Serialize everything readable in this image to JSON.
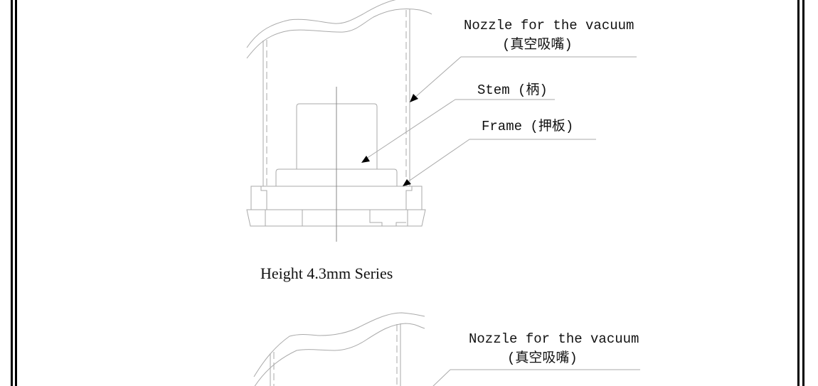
{
  "top_drawing": {
    "nozzle_label": "Nozzle for the vacuum",
    "nozzle_label_cn": "(真空吸嘴)",
    "stem_label": "Stem (柄)",
    "frame_label": "Frame (押板)",
    "caption": "Height 4.3mm Series"
  },
  "bottom_drawing": {
    "nozzle_label": "Nozzle for the vacuum",
    "nozzle_label_cn": "(真空吸嘴)"
  }
}
